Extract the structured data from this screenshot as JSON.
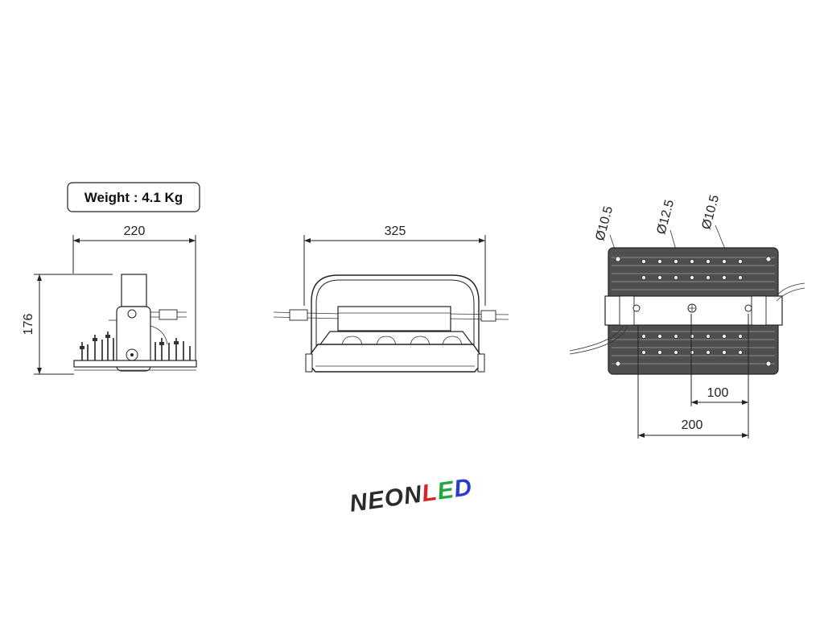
{
  "weight_box": {
    "text": "Weight : 4.1 Kg"
  },
  "side_view": {
    "width_dim": "220",
    "height_dim": "176"
  },
  "front_view": {
    "width_dim": "325"
  },
  "back_view": {
    "hole_left": "Ø10.5",
    "hole_center": "Ø12.5",
    "hole_right": "Ø10.5",
    "dim_spacing_small": "100",
    "dim_spacing_large": "200"
  },
  "logo": {
    "part_dark": "NEONL",
    "letter_e": "E",
    "letter_d": "D",
    "colors": {
      "dark": "#2b2b2b",
      "red": "#e02020",
      "green": "#21a83a",
      "blue": "#2a3ad8"
    }
  }
}
